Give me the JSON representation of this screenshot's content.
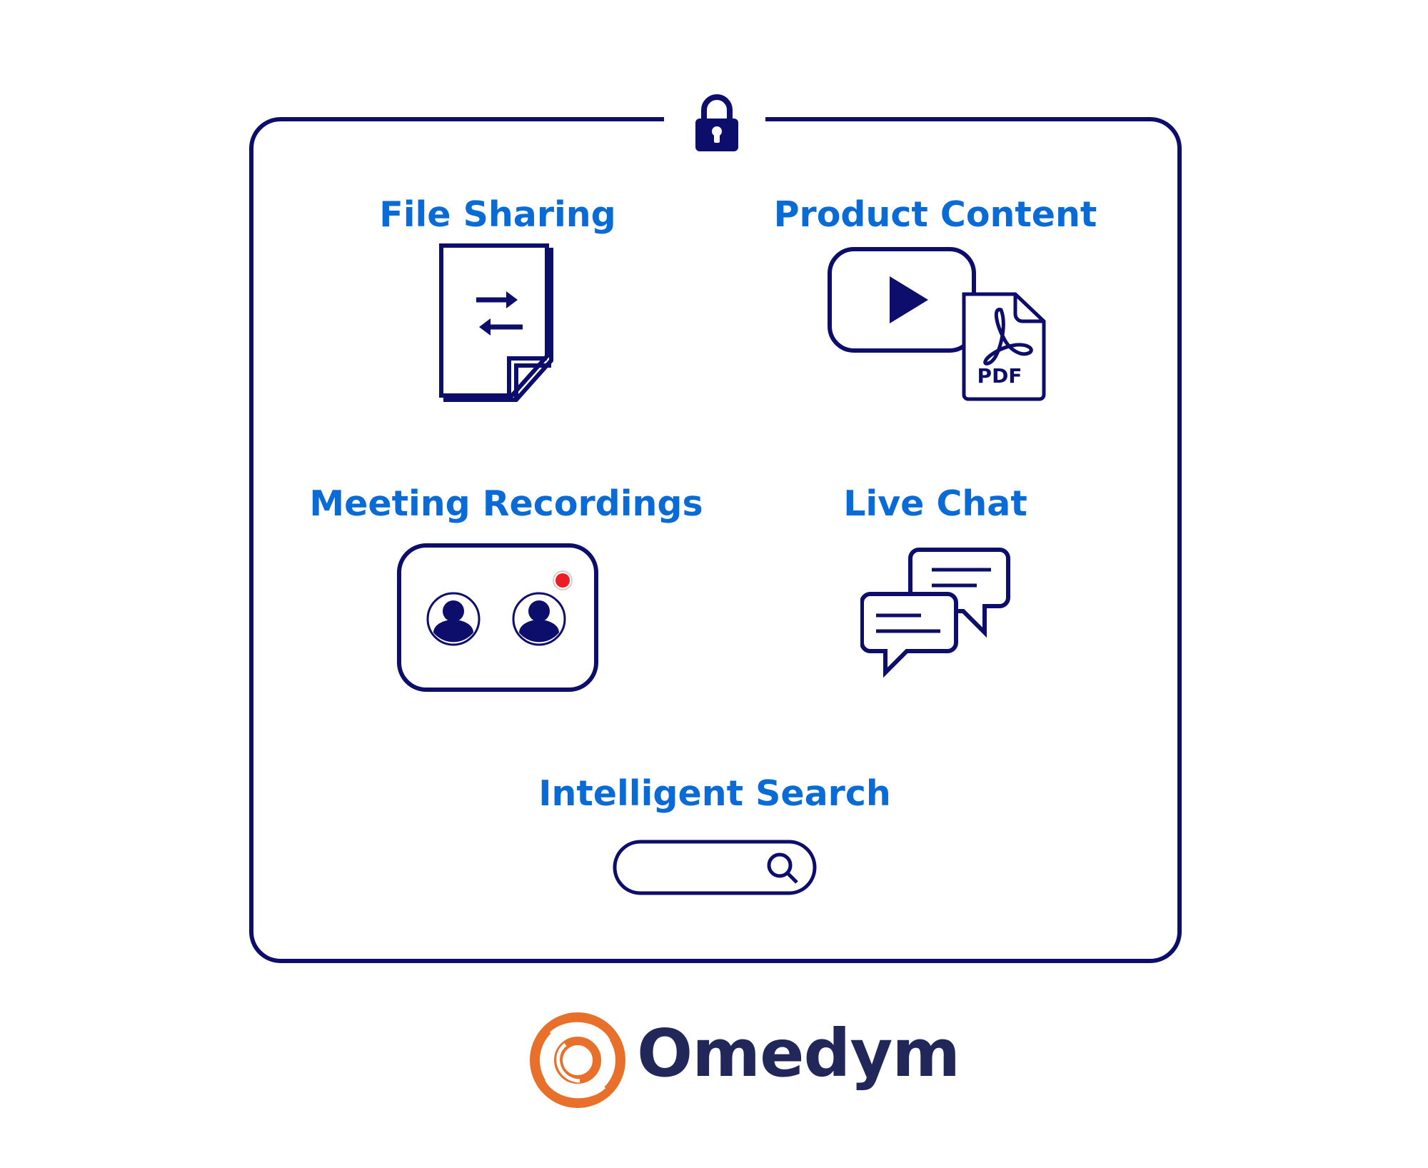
{
  "features": {
    "file_sharing": "File Sharing",
    "product_content": "Product Content",
    "meeting_recordings": "Meeting Recordings",
    "live_chat": "Live Chat",
    "intelligent_search": "Intelligent Search"
  },
  "pdf_badge": "PDF",
  "brand": {
    "name": "Omedym"
  },
  "colors": {
    "frame": "#0d0d6b",
    "label": "#0a6bd6",
    "logo_orange": "#e8702a",
    "brand_text": "#222759",
    "record_dot": "#ee1c24"
  },
  "icons": [
    "lock-icon",
    "file-transfer-icon",
    "video-play-icon",
    "pdf-file-icon",
    "video-call-icon",
    "record-dot-icon",
    "chat-bubbles-icon",
    "search-icon",
    "omedym-logo-icon"
  ]
}
